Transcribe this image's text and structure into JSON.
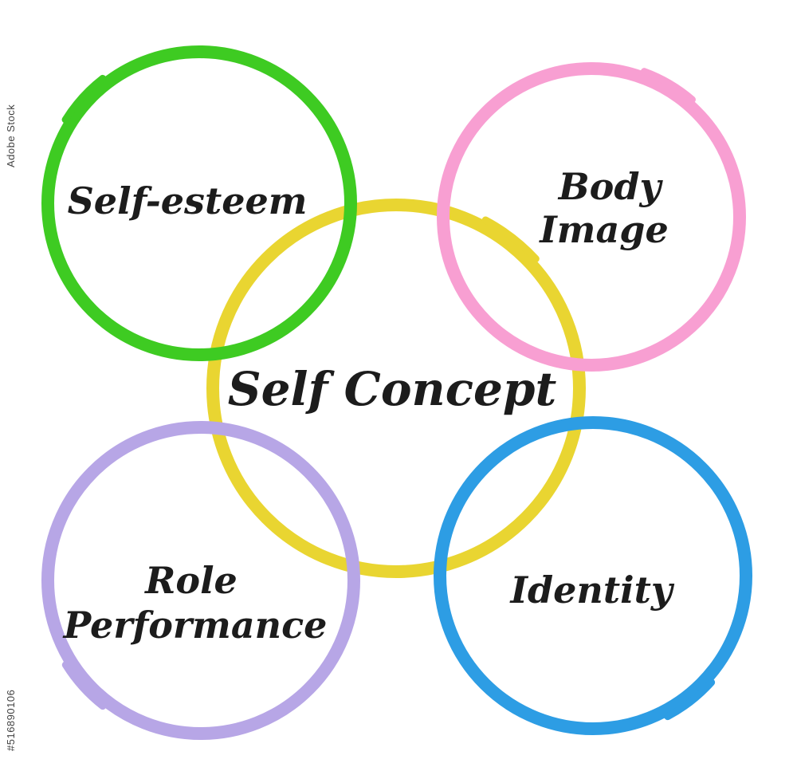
{
  "diagram": {
    "title": "Self Concept",
    "center": {
      "label": "Self Concept",
      "color": "#e9d531"
    },
    "nodes": [
      {
        "label": "Self-esteem",
        "lines": [
          "Self-esteem"
        ],
        "color": "#3ecb22",
        "position": "top-left"
      },
      {
        "label": "Body Image",
        "lines": [
          "Body",
          "Image"
        ],
        "color": "#f89fd2",
        "position": "top-right"
      },
      {
        "label": "Role Performance",
        "lines": [
          "Role",
          "Performance"
        ],
        "color": "#b7a6e6",
        "position": "bottom-left"
      },
      {
        "label": "Identity",
        "lines": [
          "Identity"
        ],
        "color": "#2d9de4",
        "position": "bottom-right"
      }
    ]
  },
  "watermark": {
    "brand": "Adobe Stock",
    "id": "#516890106"
  }
}
